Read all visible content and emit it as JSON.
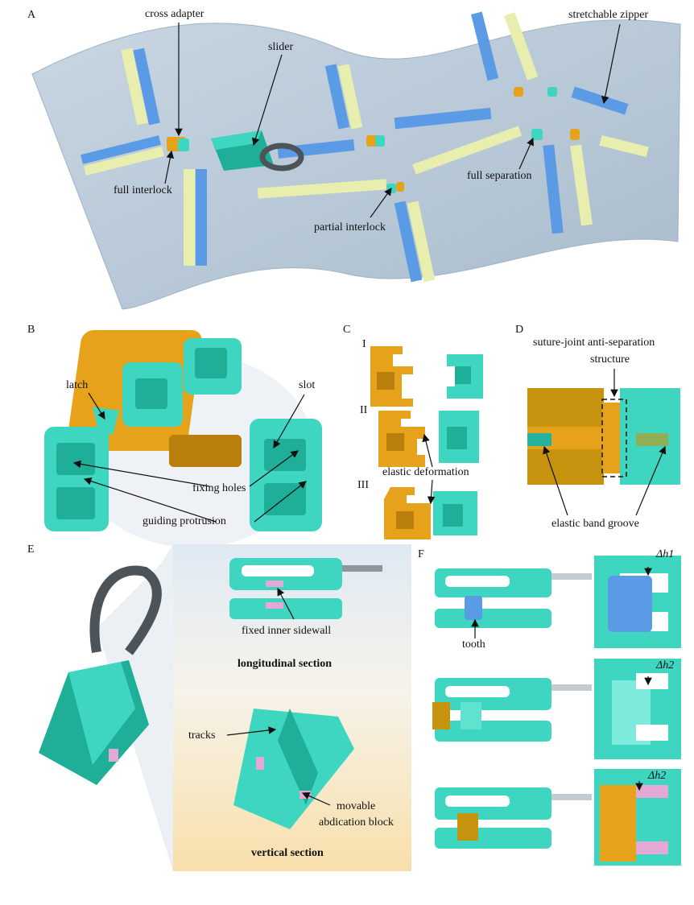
{
  "panels": {
    "A": "A",
    "B": "B",
    "C": "C",
    "D": "D",
    "E": "E",
    "F": "F"
  },
  "panelA": {
    "cross_adapter": "cross adapter",
    "slider": "slider",
    "stretchable_zipper": "stretchable zipper",
    "full_interlock": "full interlock",
    "full_separation": "full separation",
    "partial_interlock": "partial interlock"
  },
  "panelB": {
    "latch": "latch",
    "slot": "slot",
    "fixing_holes": "fixing holes",
    "guiding_protrusion": "guiding protrusion"
  },
  "panelC": {
    "stage_I": "I",
    "stage_II": "II",
    "stage_III": "III",
    "elastic_deformation": "elastic deformation"
  },
  "panelD": {
    "suture_line1": "suture-joint anti-separation",
    "suture_line2": "structure",
    "elastic_band_groove": "elastic band groove"
  },
  "panelE": {
    "fixed_inner_sidewall": "fixed inner sidewall",
    "longitudinal_section": "longitudinal section",
    "tracks": "tracks",
    "movable_line1": "movable",
    "movable_line2": "abdication block",
    "vertical_section": "vertical section"
  },
  "panelF": {
    "tooth": "tooth",
    "dh1": "Δh1",
    "dh2a": "Δh2",
    "dh2b": "Δh2"
  },
  "colors": {
    "teal": "#3ed6c0",
    "teal_dark": "#1fae98",
    "gold": "#e6a21a",
    "gold_dark": "#b97f0c",
    "blue": "#5b9be6",
    "yellow": "#e8eeae",
    "fabric": "#b7c7d6",
    "pink": "#e3a8d4",
    "slate": "#4d5459"
  }
}
